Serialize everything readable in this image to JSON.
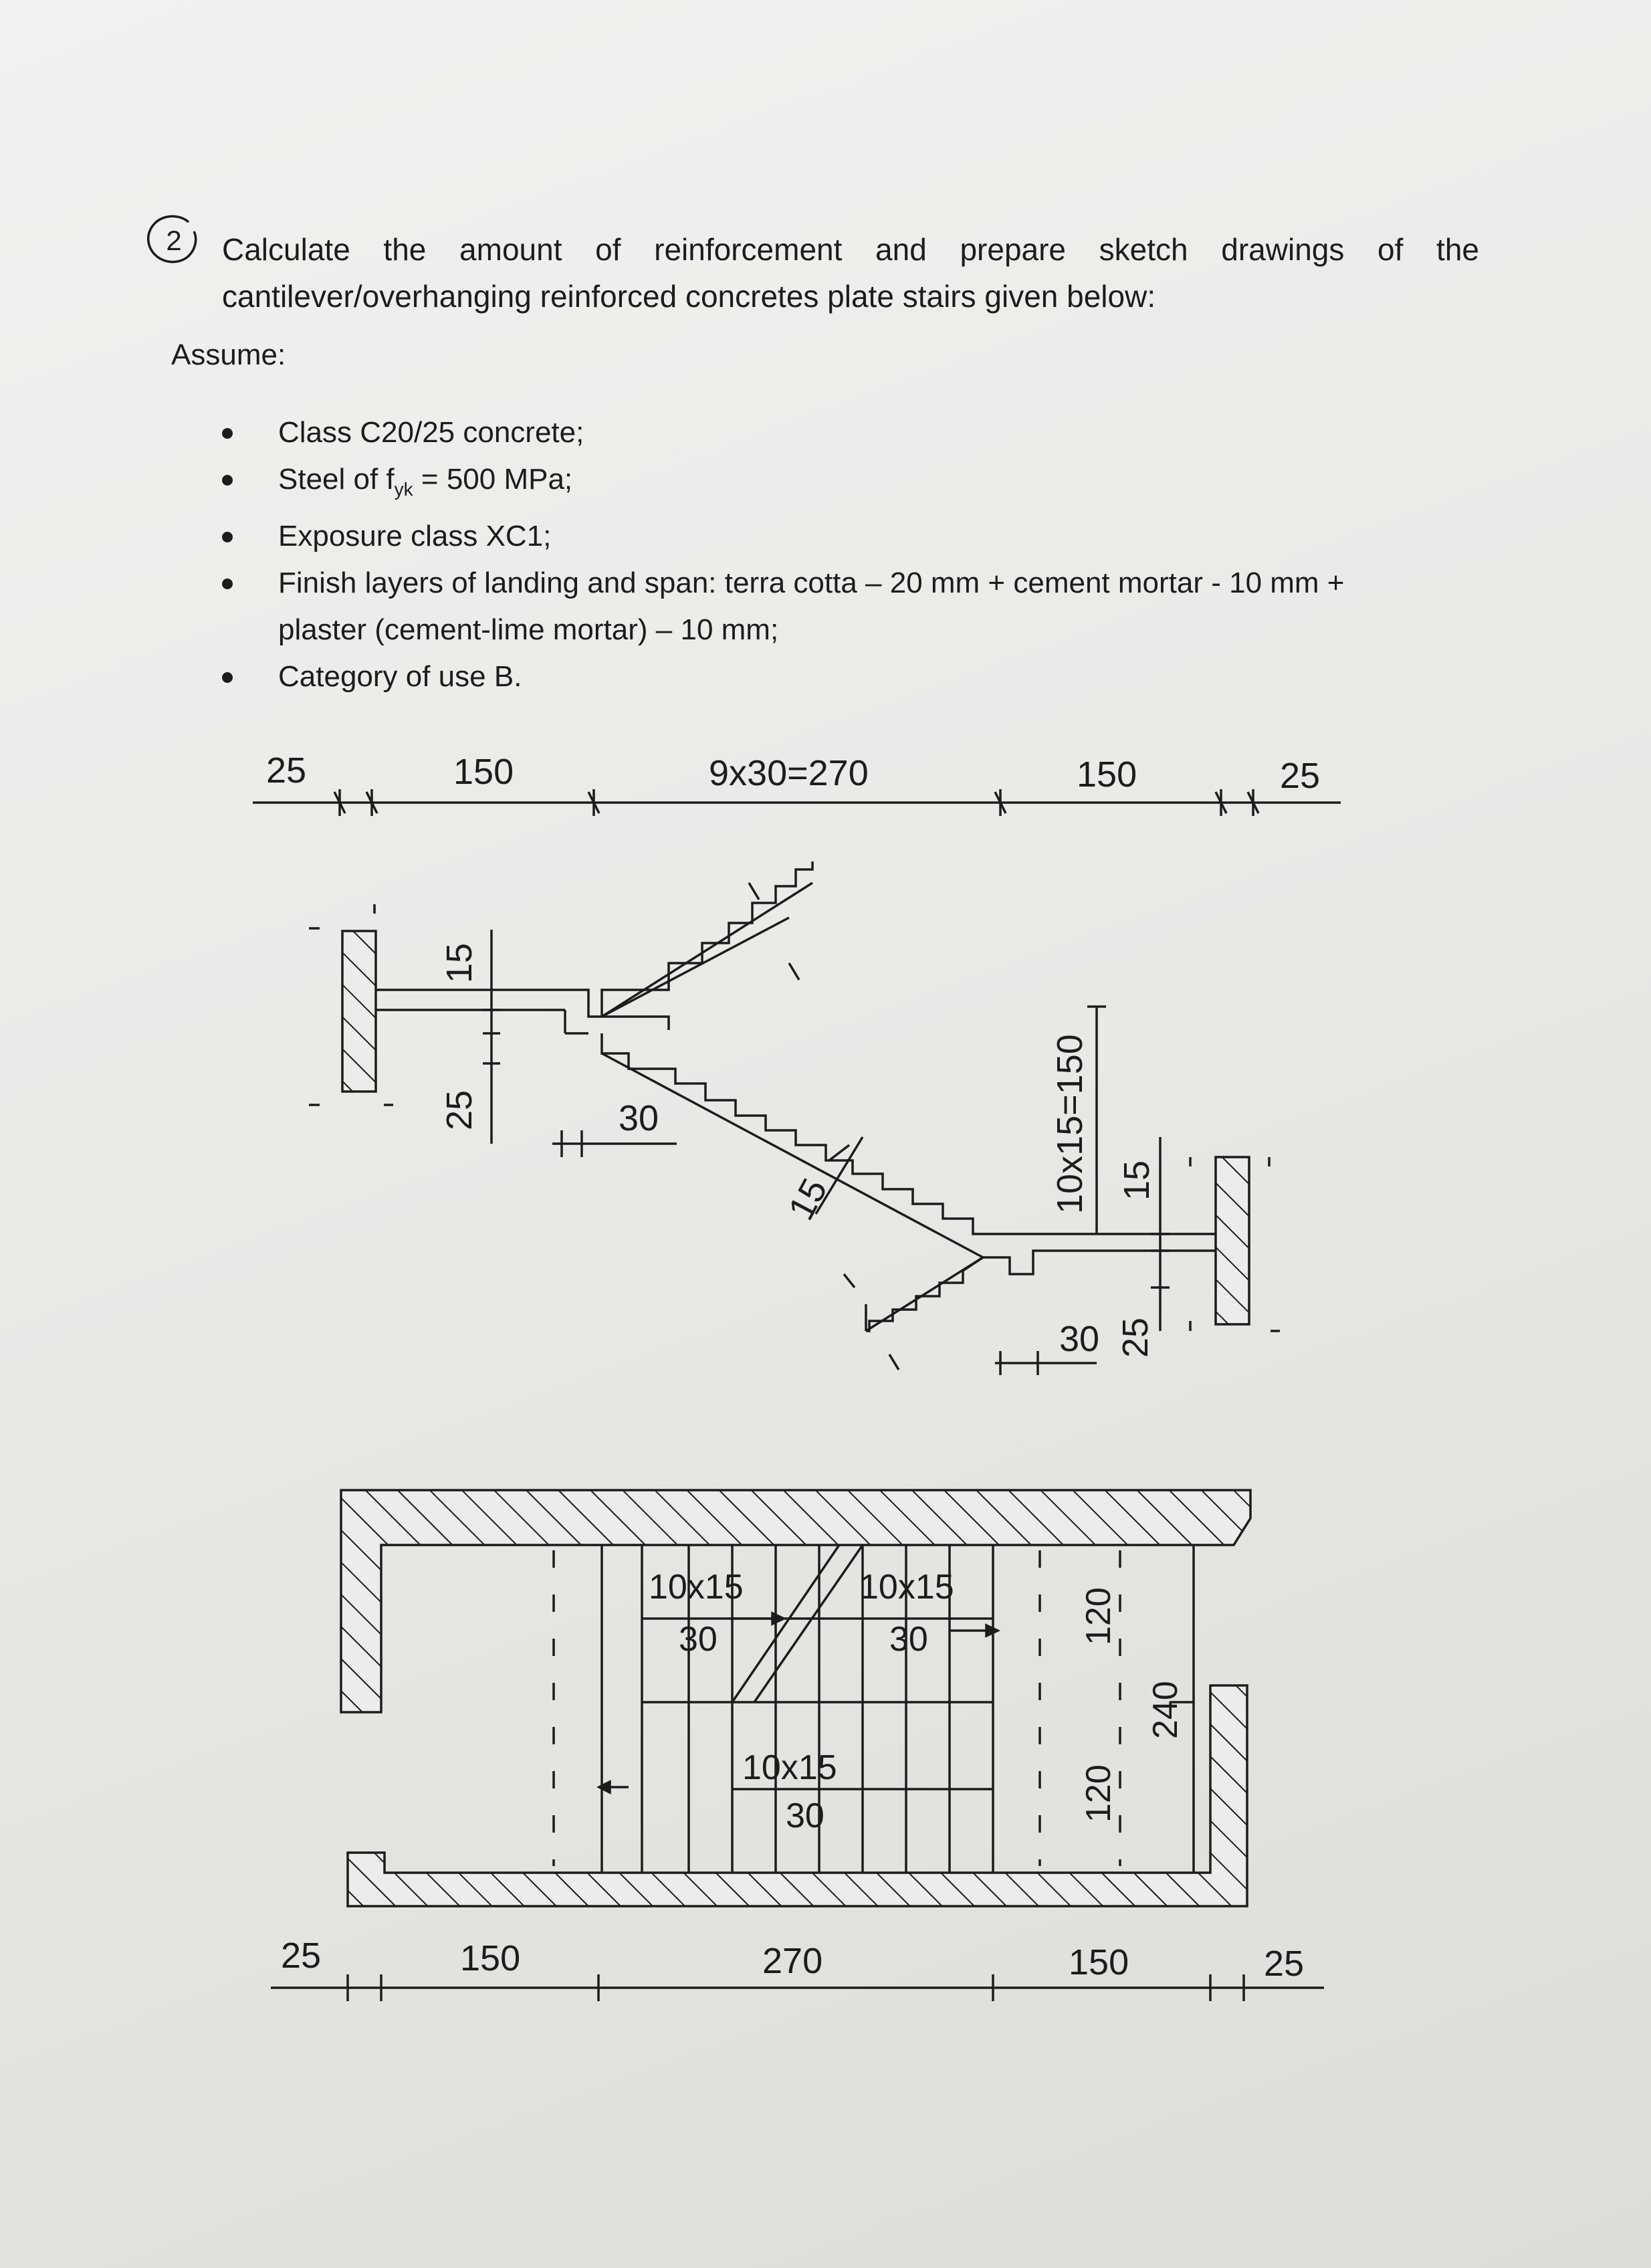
{
  "task": {
    "number": "2",
    "line1": "Calculate the amount of reinforcement and prepare sketch drawings of the",
    "line2": "cantilever/overhanging reinforced concretes plate stairs given below:"
  },
  "assume_label": "Assume:",
  "assumptions": [
    {
      "text": "Class C20/25 concrete;"
    },
    {
      "pre": "Steel of f",
      "sub": "yk",
      "post": " = 500 MPa;"
    },
    {
      "text": "Exposure class XC1;"
    },
    {
      "text": "Finish layers of landing and span: terra cotta – 20 mm + cement mortar - 10 mm +",
      "cont": "plaster (cement-lime mortar) – 10 mm;"
    },
    {
      "text": "Category of use B."
    }
  ],
  "section": {
    "top_dims": [
      "25",
      "150",
      "9x30=270",
      "150",
      "25"
    ],
    "left_landing_thk": "15",
    "left_step_h": "25",
    "tread": "30",
    "slab_thk": "15",
    "rise_total": "10x15=150",
    "right_landing_thk": "15",
    "right_tread": "30",
    "right_step_h": "25"
  },
  "plan": {
    "flight_left": [
      "10x15",
      "30"
    ],
    "flight_right": [
      "10x15",
      "30"
    ],
    "flight_bottom": [
      "10x15",
      "30"
    ],
    "width_upper": "120",
    "width_lower": "120",
    "width_total": "240",
    "bottom_dims": [
      "25",
      "150",
      "270",
      "150",
      "25"
    ]
  },
  "colors": {
    "ink": "#1c1c1c",
    "paper": "#ececea"
  }
}
